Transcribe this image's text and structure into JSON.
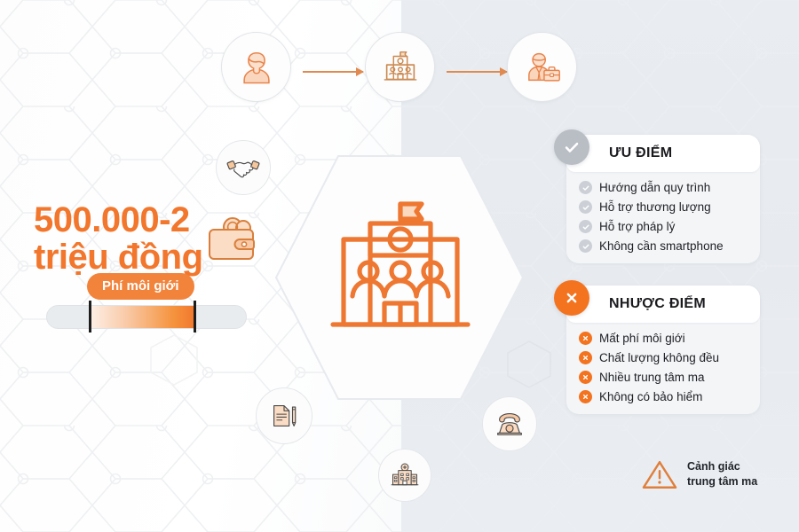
{
  "theme": {
    "orange": "#F2762C",
    "orange_light": "#F4731F",
    "gray_badge": "#b9bdc4",
    "bg_left": "#ffffff",
    "bg_right": "#e9edf1",
    "text_dark": "#1b1b1f"
  },
  "flow": {
    "steps": [
      {
        "icon": "person-icon",
        "label": "person"
      },
      {
        "icon": "agency-building-icon",
        "label": "agency"
      },
      {
        "icon": "businessman-briefcase-icon",
        "label": "broker"
      }
    ]
  },
  "center": {
    "icon": "brokerage-building-icon",
    "shape": "hexagon"
  },
  "satellites": [
    {
      "icon": "handshake-icon"
    },
    {
      "icon": "document-pen-icon"
    },
    {
      "icon": "hospital-building-icon"
    },
    {
      "icon": "telephone-icon"
    }
  ],
  "price": {
    "amount": "500.000-2",
    "unit": "triệu đồng",
    "fee_label": "Phí môi giới",
    "wallet_icon": "wallet-icon"
  },
  "pros": {
    "title": "ƯU ĐIỂM",
    "badge_icon": "check-icon",
    "items": [
      "Hướng dẫn quy trình",
      "Hỗ trợ thương lượng",
      "Hỗ trợ pháp lý",
      "Không cần smartphone"
    ]
  },
  "cons": {
    "title": "NHƯỢC ĐIỂM",
    "badge_icon": "close-icon",
    "items": [
      "Mất phí môi giới",
      "Chất lượng không đều",
      "Nhiều trung tâm ma",
      "Không có bảo hiểm"
    ]
  },
  "warning": {
    "icon": "warning-triangle-icon",
    "line1": "Cảnh giác",
    "line2": "trung tâm ma"
  }
}
